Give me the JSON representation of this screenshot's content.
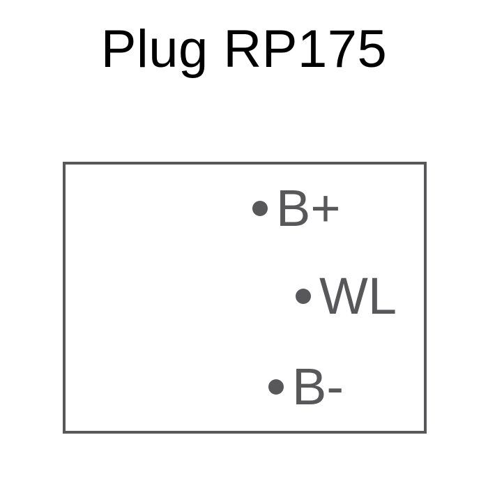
{
  "title": "Plug RP175",
  "colors": {
    "title_text": "#000000",
    "diagram_line": "#58585a",
    "background": "#ffffff"
  },
  "pins": [
    {
      "label": "B+"
    },
    {
      "label": "WL"
    },
    {
      "label": "B-"
    }
  ]
}
